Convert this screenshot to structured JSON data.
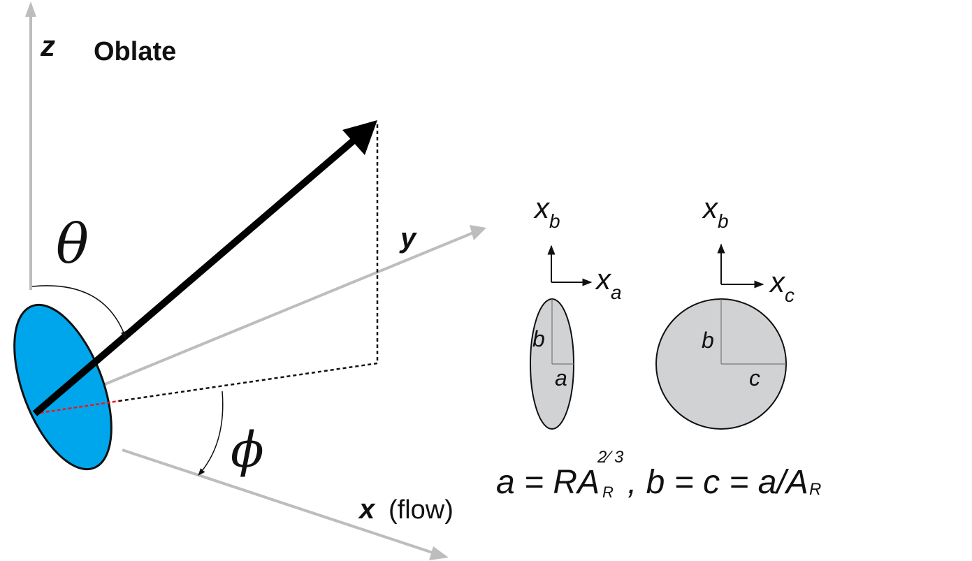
{
  "diagram": {
    "title": "Oblate",
    "axes": {
      "z": "z",
      "y": "y",
      "x": "x",
      "x_note": "(flow)"
    },
    "angles": {
      "polar": "θ",
      "azimuth": "ϕ"
    },
    "cross_section_a": {
      "vertical_axis": "x",
      "vertical_axis_sub": "b",
      "horizontal_axis": "x",
      "horizontal_axis_sub": "a",
      "label_b": "b",
      "label_a": "a"
    },
    "cross_section_c": {
      "vertical_axis": "x",
      "vertical_axis_sub": "b",
      "horizontal_axis": "x",
      "horizontal_axis_sub": "c",
      "label_b": "b",
      "label_c": "c"
    },
    "formula": {
      "part1": "a = RA",
      "sub1": "R",
      "sup1": "2⁄ 3",
      "part2": ", b = c = a/A",
      "sub2": "R"
    },
    "colors": {
      "axis_gray": "#bdbdbd",
      "disk_fill": "#00a6ec",
      "section_fill": "#d1d2d4",
      "dashed_red": "#e21b1b"
    }
  }
}
